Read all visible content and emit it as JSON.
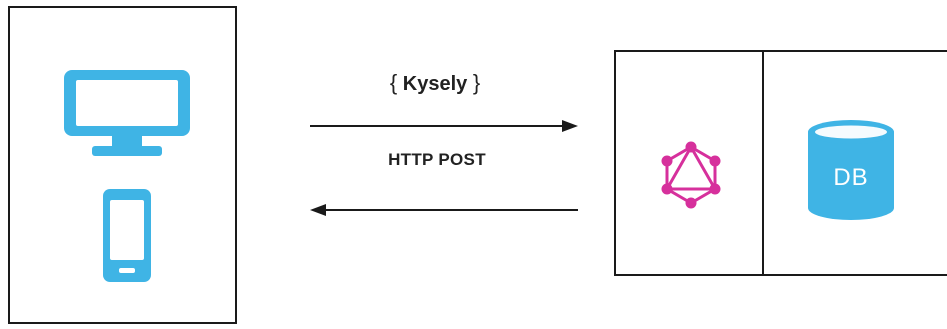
{
  "request": {
    "brace_open": "{",
    "library": "Kysely",
    "brace_close": "}",
    "protocol": "HTTP POST"
  },
  "server": {
    "db_label": "DB"
  },
  "icons": {
    "client_desktop": "monitor-icon",
    "client_mobile": "tablet-icon",
    "api": "graphql-icon",
    "database": "database-icon"
  },
  "colors": {
    "device_blue": "#3fb4e5",
    "graphql_pink": "#d6309c",
    "line": "#1a1a1a"
  }
}
